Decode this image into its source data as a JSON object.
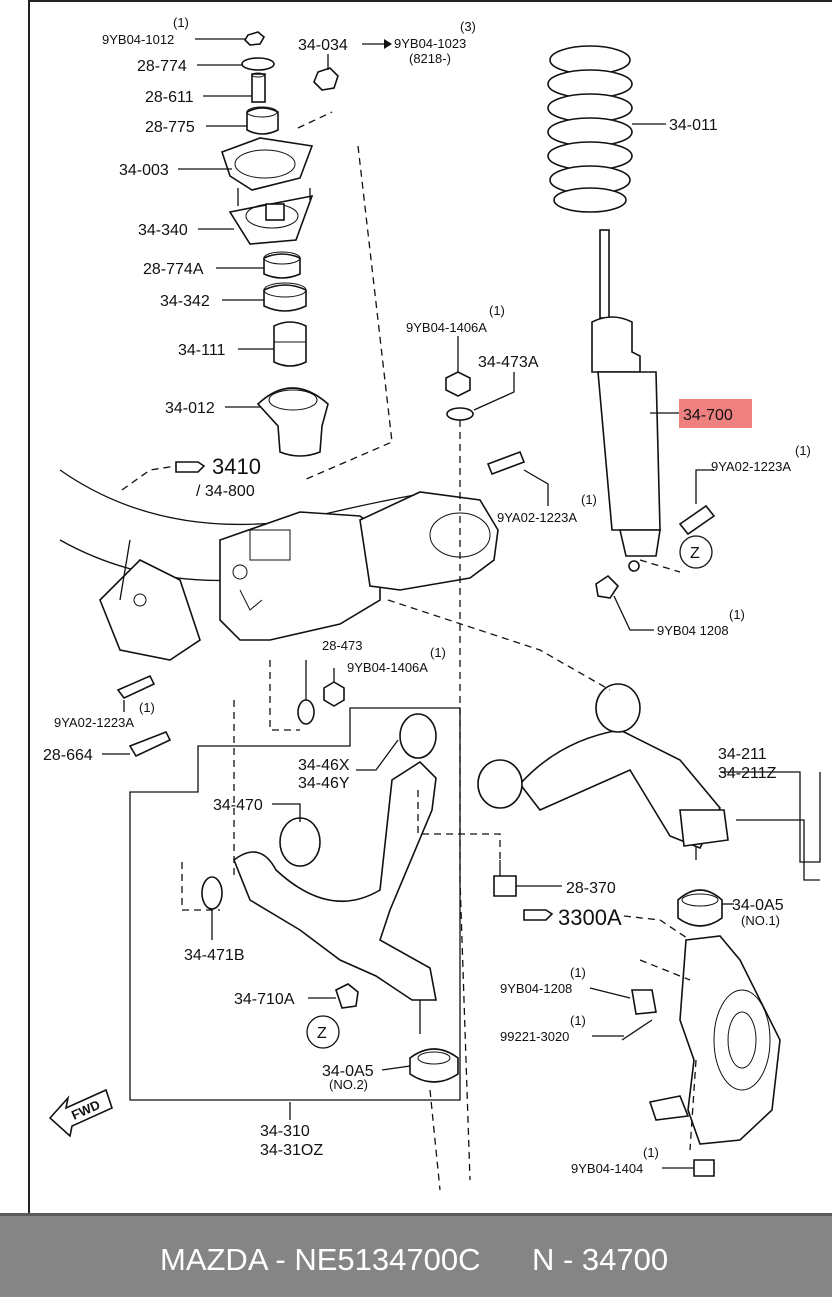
{
  "parts": {
    "p01": "9YB04-1012",
    "p01q": "(1)",
    "p02": "28-774",
    "p03": "28-611",
    "p04": "28-775",
    "p05": "34-003",
    "p06": "34-340",
    "p07": "28-774A",
    "p08": "34-342",
    "p09": "34-111",
    "p10": "34-012",
    "p11": "34-034",
    "p12": "9YB04-1023",
    "p12q": "(3)",
    "p12n": "(8218-)",
    "p13": "34-011",
    "p14": "9YB04-1406A",
    "p14q": "(1)",
    "p15": "34-473A",
    "p16": "34-700",
    "p17": "9YA02-1223A",
    "p17q": "(1)",
    "p18": "9YA02-1223A",
    "p18q": "(1)",
    "p19": "9YB04 1208",
    "p19q": "(1)",
    "p20": "28-473",
    "p21": "9YB04-1406A",
    "p21q": "(1)",
    "p22": "9YA02-1223A",
    "p22q": "(1)",
    "p23": "28-664",
    "p24": "34-46X",
    "p25": "34-46Y",
    "p26": "34-470",
    "p27": "34-471B",
    "p28": "34-710A",
    "p29": "34-0A5",
    "p29n": "(NO.2)",
    "p30": "34-310",
    "p31": "34-31OZ",
    "p32": "34-211",
    "p33": "34-211Z",
    "p34": "28-370",
    "p35": "34-0A5",
    "p35n": "(NO.1)",
    "p36": "9YB04-1208",
    "p36q": "(1)",
    "p37": "99221-3020",
    "p37q": "(1)",
    "p38": "9YB04-1404",
    "p38q": "(1)"
  },
  "refs": {
    "ref1": "3410",
    "ref1sub": "/ 34-800",
    "ref2": "3300A",
    "zone": "Z",
    "fwd": "FWD"
  },
  "highlight": {
    "part": "34-700",
    "color": "#ee8080"
  },
  "footer": {
    "brand_part": "MAZDA - NE5134700C",
    "code": "N - 34700"
  }
}
